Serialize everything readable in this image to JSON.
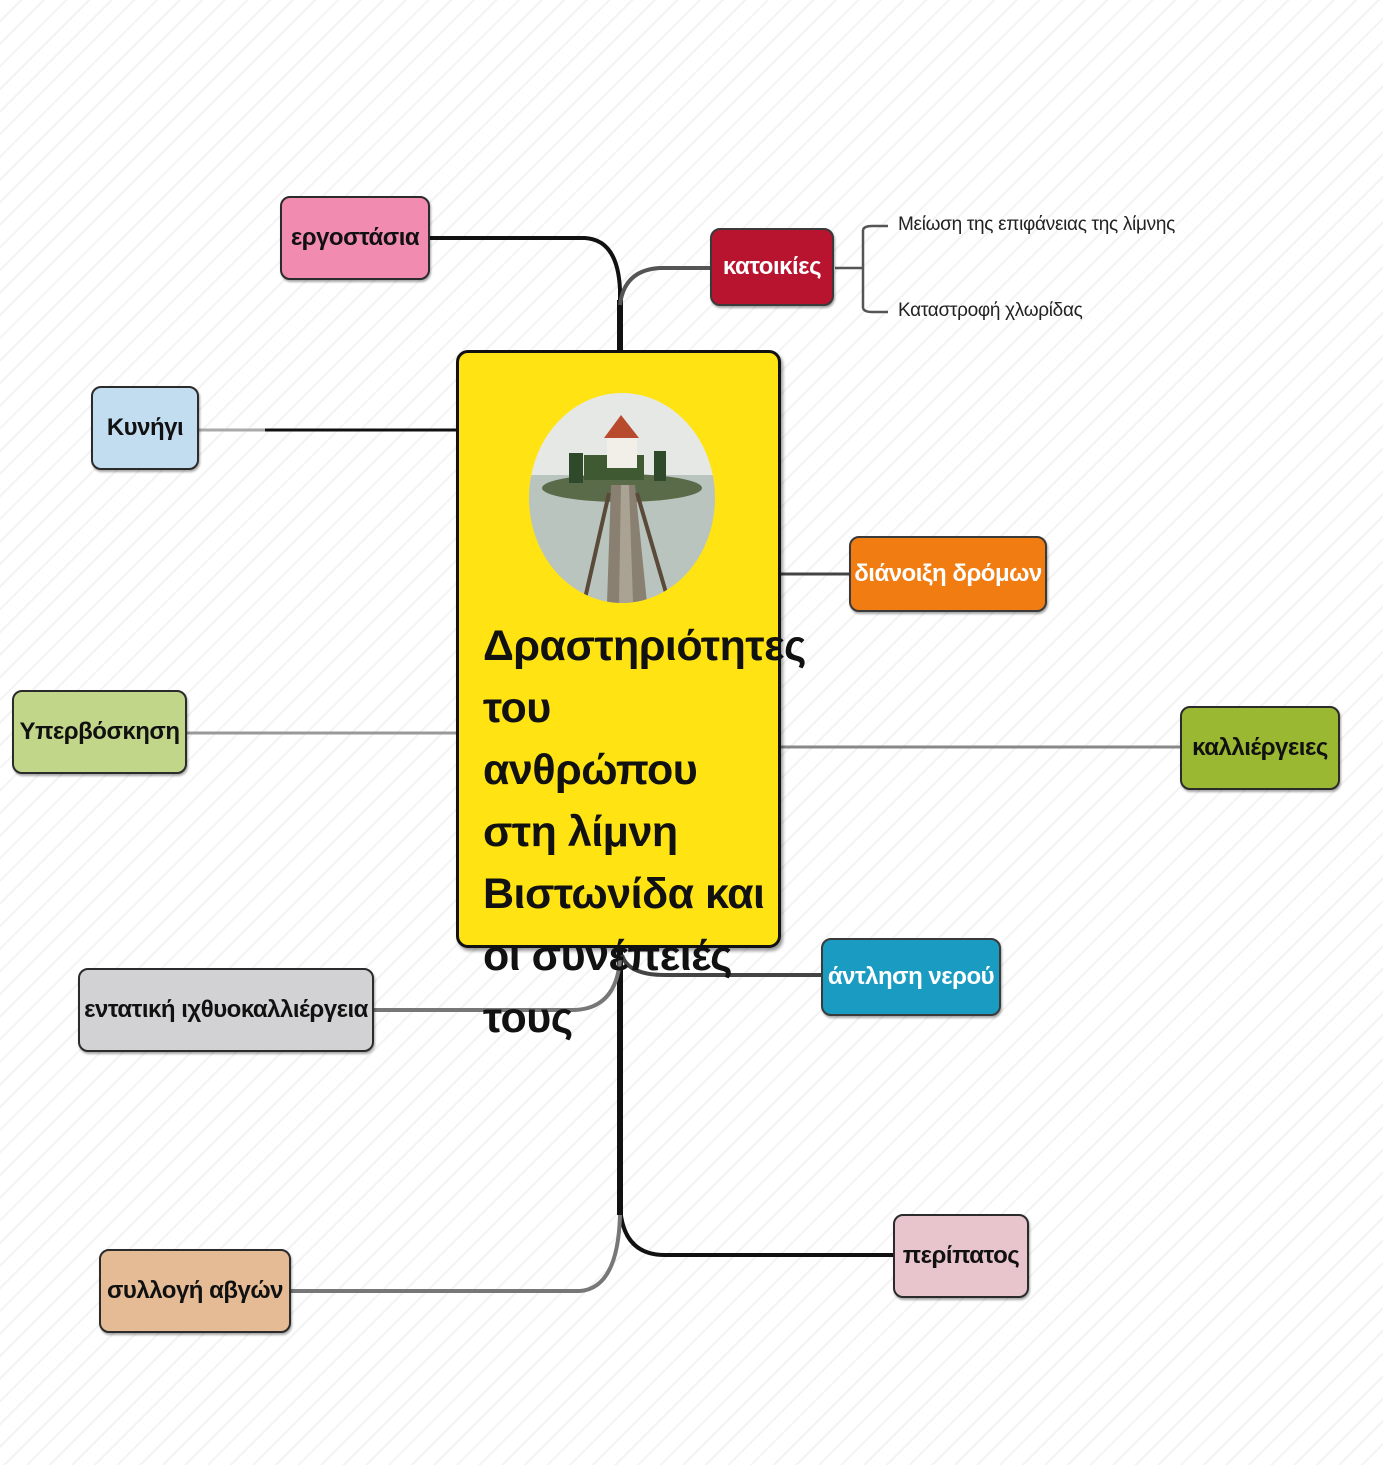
{
  "central_topic": {
    "title": "Δραστηριότητες του ανθρώπου στη λίμνη Βιστωνίδα και οι συνέπειές τους",
    "image_icon": "lake-monastery-photo-icon",
    "color": "#ffe313"
  },
  "branches": [
    {
      "label": "εργοστάσια",
      "color": "#f28bb0"
    },
    {
      "label": "κατοικίες",
      "color": "#b8142f"
    },
    {
      "label": "Κυνήγι",
      "color": "#c2dcf0"
    },
    {
      "label": "διάνοιξη δρόμων",
      "color": "#f07c12"
    },
    {
      "label": "Υπερβόσκηση",
      "color": "#c2d68a"
    },
    {
      "label": "καλλιέργειες",
      "color": "#9bb832"
    },
    {
      "label": "άντληση νερού",
      "color": "#1a9cc2"
    },
    {
      "label": "εντατική ιχθυοκαλλιέργεια",
      "color": "#d2d2d4"
    },
    {
      "label": "περίπατος",
      "color": "#e8c4cc"
    },
    {
      "label": "συλλογή αβγών",
      "color": "#e5bb96"
    }
  ],
  "subtopics": {
    "katoikies": [
      "Μείωση της επιφάνειας της λίμνης",
      "Καταστροφή χλωρίδας"
    ]
  }
}
